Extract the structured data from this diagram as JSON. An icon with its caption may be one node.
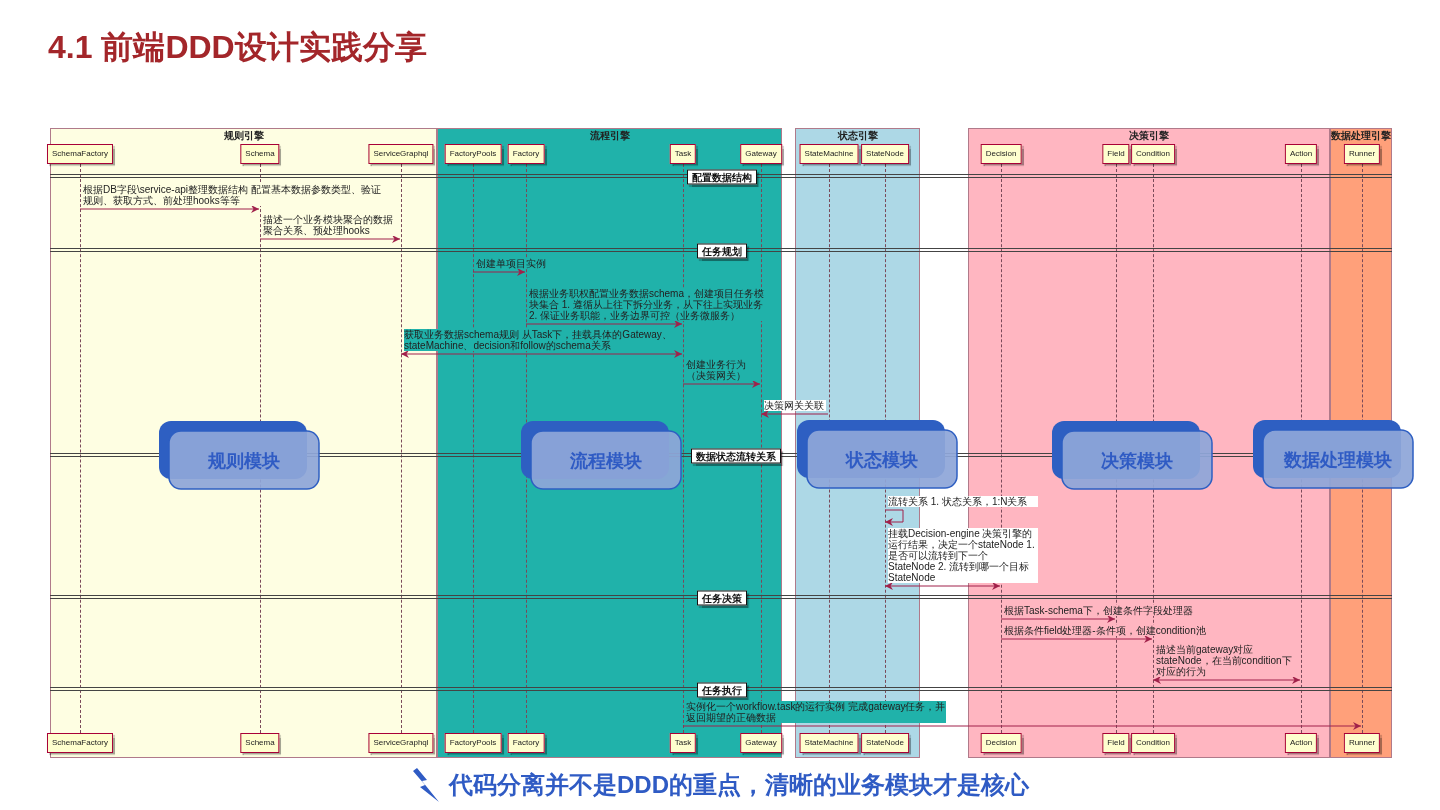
{
  "diagram": {
    "title": "4.1 前端DDD设计实践分享",
    "caption": "代码分离并不是DDD的重点，清晰的业务模块才是核心",
    "nodes": [
      {
        "text": [
          "规则引擎"
        ]
      },
      {
        "text": [
          "SchemaFactory"
        ],
        "in": 0
      },
      {
        "text": [
          "Schema"
        ],
        "in": 0
      },
      {
        "text": [
          "ServiceGraphql"
        ],
        "in": 0
      },
      {
        "text": [
          "流程引擎"
        ]
      },
      {
        "text": [
          "FactoryPools"
        ],
        "in": 4
      },
      {
        "text": [
          "Factory"
        ],
        "in": 4
      },
      {
        "text": [
          "Task"
        ],
        "in": 4
      },
      {
        "text": [
          "Gateway"
        ],
        "in": 4
      },
      {
        "text": [
          "状态引擎"
        ]
      },
      {
        "text": [
          "StateMachine"
        ],
        "in": 9
      },
      {
        "text": [
          "StateNode"
        ],
        "in": 9
      },
      {
        "text": [
          "决策引擎"
        ]
      },
      {
        "text": [
          "Decision"
        ],
        "in": 12
      },
      {
        "text": [
          "Field"
        ],
        "in": 12
      },
      {
        "text": [
          "Condition"
        ],
        "in": 12
      },
      {
        "text": [
          "Action"
        ],
        "in": 12
      },
      {
        "text": [
          "数据处理引擎"
        ]
      },
      {
        "text": [
          "Runner"
        ],
        "in": 17
      },
      {
        "text": [
          "配置数据结构"
        ],
        "in": 4
      },
      {
        "text": [
          "任务规划"
        ],
        "in": 4
      },
      {
        "text": [
          "数据状态流转关系"
        ],
        "in": 4
      },
      {
        "text": [
          "任务决策"
        ],
        "in": 4
      },
      {
        "text": [
          "任务执行"
        ],
        "in": 4
      },
      {
        "text": [
          "规则模块"
        ],
        "in": 0
      },
      {
        "text": [
          "流程模块"
        ],
        "in": 4
      },
      {
        "text": [
          "状态模块"
        ]
      },
      {
        "text": [
          "决策模块"
        ],
        "in": 12
      },
      {
        "text": [
          "数据处理模块"
        ]
      },
      {
        "text": [
          "SchemaFactory"
        ],
        "in": 0
      },
      {
        "text": [
          "Schema"
        ],
        "in": 0
      },
      {
        "text": [
          "ServiceGraphql"
        ],
        "in": 0
      },
      {
        "text": [
          "FactoryPools"
        ],
        "in": 4
      },
      {
        "text": [
          "Factory"
        ],
        "in": 4
      },
      {
        "text": [
          "Task"
        ],
        "in": 4
      },
      {
        "text": [
          "Gateway"
        ],
        "in": 4
      },
      {
        "text": [
          "StateMachine"
        ],
        "in": 9
      },
      {
        "text": [
          "StateNode"
        ],
        "in": 9
      },
      {
        "text": [
          "Decision"
        ],
        "in": 12
      },
      {
        "text": [
          "Field"
        ],
        "in": 12
      },
      {
        "text": [
          "Condition"
        ],
        "in": 12
      },
      {
        "text": [
          "Action"
        ],
        "in": 12
      },
      {
        "text": [
          "Runner"
        ],
        "in": 17
      },
      {
        "text": [],
        "shape": "line",
        "in": 0
      },
      {
        "text": [],
        "shape": "line",
        "in": 0
      },
      {
        "text": [],
        "shape": "line",
        "in": 0
      },
      {
        "text": [],
        "shape": "line",
        "in": 4
      },
      {
        "text": [],
        "shape": "line",
        "in": 4
      },
      {
        "text": [],
        "shape": "line",
        "in": 4
      },
      {
        "text": [],
        "shape": "line",
        "in": 4
      },
      {
        "text": [],
        "shape": "line",
        "in": 9
      },
      {
        "text": [],
        "shape": "line",
        "in": 9
      },
      {
        "text": [],
        "shape": "line",
        "in": 12
      },
      {
        "text": [],
        "shape": "line",
        "in": 12
      },
      {
        "text": [],
        "shape": "line",
        "in": 12
      },
      {
        "text": [],
        "shape": "line",
        "in": 12
      },
      {
        "text": [],
        "shape": "line",
        "in": 17
      }
    ],
    "edges": [
      {
        "from": 43,
        "to": 44,
        "arrow": "to",
        "label": "根据DB字段\\service-api整理数据结构 配置基本数据参数类型、验证规则、获取方式、前处理hooks等等"
      },
      {
        "from": 44,
        "to": 45,
        "arrow": "to",
        "label": "描述一个业务模块聚合的数据聚合关系、预处理hooks"
      },
      {
        "from": 46,
        "to": 47,
        "arrow": "to",
        "label": "创建单项目实例"
      },
      {
        "from": 47,
        "to": 48,
        "arrow": "to",
        "label": "根据业务职权配置业务数据schema，创建项目任务模块集合 1. 遵循从上往下拆分业务，从下往上实现业务 2. 保证业务职能，业务边界可控（业务微服务）"
      },
      {
        "from": 45,
        "to": 48,
        "arrow": "both",
        "label": "获取业务数据schema规则 从Task下，挂载具体的Gateway、stateMachine、decision和follow的schema关系"
      },
      {
        "from": 48,
        "to": 49,
        "arrow": "to",
        "label": "创建业务行为（决策网关）"
      },
      {
        "from": 50,
        "to": 49,
        "arrow": "to",
        "label": "决策网关关联"
      },
      {
        "from": 51,
        "to": 51,
        "arrow": "to",
        "label": "流转关系 1. 状态关系，1:N关系"
      },
      {
        "from": 51,
        "to": 52,
        "arrow": "both",
        "label": "挂载Decision-engine 决策引擎的运行结果，决定一个stateNode 1. 是否可以流转到下一个 StateNode 2. 流转到哪一个目标StateNode"
      },
      {
        "from": 52,
        "to": 53,
        "arrow": "to",
        "label": "根据Task-schema下，创建条件字段处理器"
      },
      {
        "from": 52,
        "to": 54,
        "arrow": "to",
        "label": "根据条件field处理器-条件项，创建condition池"
      },
      {
        "from": 54,
        "to": 55,
        "arrow": "both",
        "label": "描述当前gateway对应stateNode，在当前condition下对应的行为"
      },
      {
        "from": 48,
        "to": 56,
        "arrow": "to",
        "label": "实例化一个workflow.task的运行实例 完成gateway任务，并返回期望的正确数据"
      }
    ]
  }
}
